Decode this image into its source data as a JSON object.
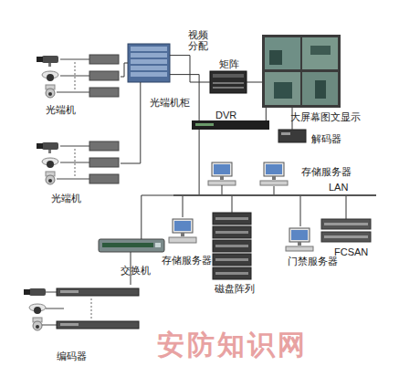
{
  "diagram": {
    "nodes": [
      {
        "text": [
          "光端机"
        ]
      },
      {
        "text": [
          "光端机"
        ]
      },
      {
        "text": [
          "光端机柜"
        ]
      },
      {
        "text": [
          "矩阵"
        ]
      },
      {
        "text": [
          "大屏幕图文显示"
        ]
      },
      {
        "text": [
          "DVR"
        ]
      },
      {
        "text": [
          "解码器"
        ]
      },
      {
        "text": [
          "存储服务器"
        ]
      },
      {
        "text": [
          "LAN"
        ]
      },
      {
        "text": [
          "存储服务器"
        ]
      },
      {
        "text": [
          "磁盘阵列"
        ]
      },
      {
        "text": [
          "门禁服务器"
        ]
      },
      {
        "text": [
          "FCSAN"
        ]
      },
      {
        "text": [
          "交换机"
        ]
      },
      {
        "text": [
          "编码器"
        ]
      }
    ],
    "edges": [
      {
        "from": 0,
        "to": 2,
        "arrow": "none"
      },
      {
        "from": 1,
        "to": 2,
        "arrow": "none"
      },
      {
        "from": 2,
        "to": 3,
        "label": "视频分配",
        "arrow": "none"
      },
      {
        "from": 2,
        "to": 5,
        "arrow": "none"
      },
      {
        "from": 3,
        "to": 4,
        "arrow": "none"
      },
      {
        "from": 5,
        "to": 4,
        "arrow": "none"
      },
      {
        "from": 6,
        "to": 4,
        "arrow": "none"
      },
      {
        "from": 5,
        "to": 8,
        "arrow": "none"
      },
      {
        "from": 7,
        "to": 8,
        "arrow": "none"
      },
      {
        "from": 9,
        "to": 8,
        "arrow": "none"
      },
      {
        "from": 10,
        "to": 8,
        "arrow": "none"
      },
      {
        "from": 11,
        "to": 8,
        "arrow": "none"
      },
      {
        "from": 12,
        "to": 8,
        "arrow": "none"
      },
      {
        "from": 13,
        "to": 8,
        "arrow": "none"
      },
      {
        "from": 14,
        "to": 13,
        "arrow": "none"
      }
    ],
    "labels": [
      "安防知识网"
    ]
  }
}
